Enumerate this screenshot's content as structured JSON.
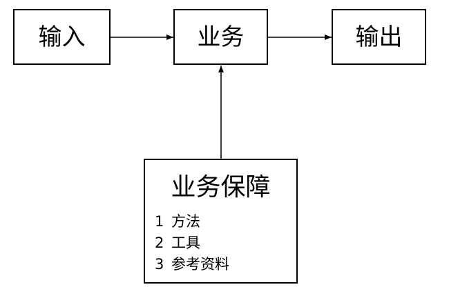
{
  "diagram": {
    "nodes": {
      "input": {
        "label": "输入"
      },
      "business": {
        "label": "业务"
      },
      "output": {
        "label": "输出"
      },
      "support": {
        "title": "业务保障",
        "items": [
          {
            "index": "1",
            "text": "方法"
          },
          {
            "index": "2",
            "text": "工具"
          },
          {
            "index": "3",
            "text": "参考资料"
          }
        ]
      }
    },
    "connections": [
      {
        "from": "input",
        "to": "business"
      },
      {
        "from": "business",
        "to": "output"
      },
      {
        "from": "support",
        "to": "business"
      }
    ],
    "colors": {
      "stroke": "#000000",
      "fill": "#ffffff",
      "text": "#000000"
    }
  }
}
